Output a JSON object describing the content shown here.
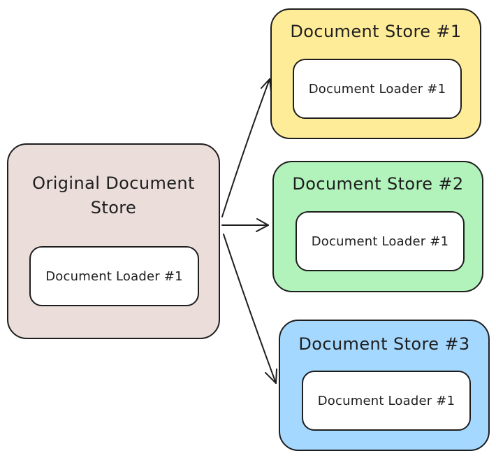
{
  "original": {
    "title": "Original Document\nStore",
    "loader": "Document Loader #1",
    "fill": "#eaddda"
  },
  "stores": [
    {
      "title": "Document Store #1",
      "loader": "Document Loader #1",
      "fill": "#ffec99"
    },
    {
      "title": "Document Store #2",
      "loader": "Document Loader #1",
      "fill": "#b2f2bb"
    },
    {
      "title": "Document Store #3",
      "loader": "Document Loader #1",
      "fill": "#a5d8ff"
    }
  ]
}
